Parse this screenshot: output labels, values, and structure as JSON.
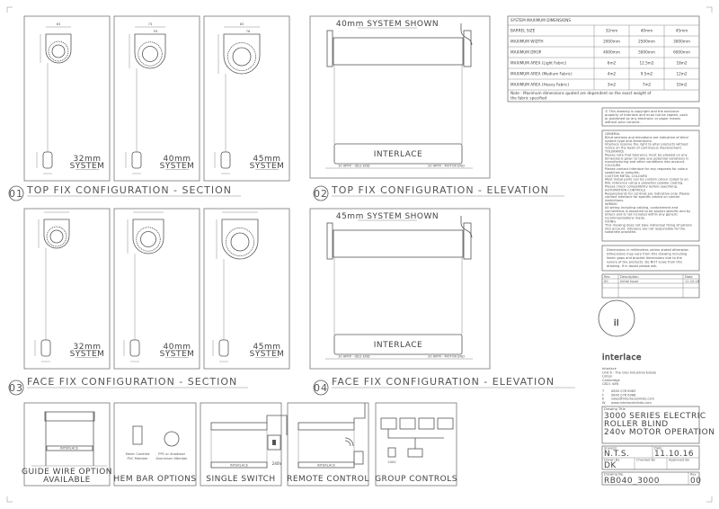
{
  "sections": {
    "s01": {
      "number": "01",
      "title": "TOP FIX CONFIGURATION - SECTION",
      "systems": [
        {
          "label1": "32mm",
          "label2": "SYSTEM",
          "dims": [
            "63"
          ]
        },
        {
          "label1": "40mm",
          "label2": "SYSTEM",
          "dims": [
            "73",
            "59"
          ]
        },
        {
          "label1": "45mm",
          "label2": "SYSTEM",
          "dims": [
            "83",
            "76"
          ]
        }
      ]
    },
    "s02": {
      "number": "02",
      "title": "TOP FIX CONFIGURATION - ELEVATION",
      "note": "40mm SYSTEM SHOWN",
      "brand": "INTERLACE",
      "dim_left": "10 APPX - IDLE END",
      "dim_right": "20 APPX - MOTOR END"
    },
    "s03": {
      "number": "03",
      "title": "FACE FIX CONFIGURATION - SECTION",
      "systems": [
        {
          "label1": "32mm",
          "label2": "SYSTEM"
        },
        {
          "label1": "40mm",
          "label2": "SYSTEM"
        },
        {
          "label1": "45mm",
          "label2": "SYSTEM"
        }
      ]
    },
    "s04": {
      "number": "04",
      "title": "FACE FIX CONFIGURATION - ELEVATION",
      "note": "45mm SYSTEM SHOWN",
      "brand": "INTERLACE",
      "dim_left": "10 APPX - IDLE END",
      "dim_right": "20 APPX - MOTOR END"
    }
  },
  "options": [
    {
      "title1": "GUIDE WIRE OPTION",
      "title2": "AVAILABLE",
      "brand": "INTERLACE"
    },
    {
      "title1": "HEM BAR OPTIONS",
      "note_a1": "Fabric Covered",
      "note_a2": "PVC Member",
      "note_b1": "PPC or Anodised",
      "note_b2": "Aluminium Member"
    },
    {
      "title1": "SINGLE SWITCH",
      "voltage": "240V",
      "brand": "INTERLACE"
    },
    {
      "title1": "REMOTE CONTROL",
      "brand": "INTERLACE"
    },
    {
      "title1": "GROUP CONTROLS",
      "voltage": "240V"
    }
  ],
  "dimensions_table": {
    "title": "SYSTEM MAXIMUM DIMENSIONS",
    "rows": [
      [
        "BARREL SIZE",
        "32mm",
        "40mm",
        "45mm"
      ],
      [
        "MAXIMUM WIDTH",
        "2000mm",
        "2500mm",
        "3000mm"
      ],
      [
        "MAXIMUM DROP",
        "4000mm",
        "5000mm",
        "6000mm"
      ],
      [
        "MAXIMUM AREA (Light Fabric)",
        "6m2",
        "12.5m2",
        "18m2"
      ],
      [
        "MAXIMUM AREA (Medium Fabric)",
        "4m2",
        "9.5m2",
        "12m2"
      ],
      [
        "MAXIMUM AREA (Heavy Fabric)",
        "3m2",
        "7m2",
        "10m2"
      ]
    ],
    "note1": "Note : Maximum dimensions quoted are dependent on the exact weight of",
    "note2": "the fabric specified"
  },
  "copyright": [
    "© This drawing is copyright and the exclusive",
    "property of Interlace and must not be copied, used",
    "or published by any electronic or paper means",
    "without prior consent."
  ],
  "notes": [
    "GENERAL",
    "Blind sections and elevations are indicative of blind",
    "system type and dimensions.",
    "Interlace reserve the right to alter products without",
    "notice on the basis of continuous improvement.",
    "TOLERANCE",
    "Please note that tolerance must be allowed on any",
    "dimensions given to take any potential variations in",
    "manufacturing and other conditions into account.",
    "COLOURS",
    "Please contact Interlace for any requests for colour",
    "swatches or samples.",
    "CUSTOM METAL COLOURS",
    "Most metal parts can be custom colour coded to an",
    "RAL reference using a polyester powder coating.",
    "Please check compatibility before specifying.",
    "AUTOMATION CONTROLS",
    "Requirements for controls are indicative only. Please",
    "contact Interlace for specific advice on control",
    "restrictions.",
    "WIRING",
    "All wiring including cabling, containment and",
    "connections is assumed to be project specific and by",
    "others and is not included within any generic",
    "recommendations made.",
    "FIXING",
    "This drawing does not take individual fixing situations",
    "into account. Interlace are not responsible for the",
    "substrate provided."
  ],
  "dimension_note": [
    "Dimensions in millimetres unless stated otherwise.",
    "Dimensions may vary from this drawing including",
    "fabric gaps and bracket dimensions due to the",
    "nature of the products. Do NOT scale from this",
    "drawing. If in doubt please ask."
  ],
  "revisions": {
    "headers": [
      "Rev",
      "Description",
      "Date"
    ],
    "rows": [
      [
        "00",
        "Initial Issue",
        "11.10.16"
      ]
    ]
  },
  "company": {
    "logo_text": "interlace",
    "logo_mark": "il",
    "address": [
      "Interlace",
      "Unit 6 - The Grip Industrial Estate",
      "Linton",
      "Cambridge",
      "CB21 4XN"
    ],
    "contacts": [
      [
        "T",
        "0800 078 6083"
      ],
      [
        "F",
        "0800 078 6088"
      ],
      [
        "E",
        "sales@interlaceblinds.com"
      ],
      [
        "W",
        "www.interlaceblinds.com"
      ]
    ]
  },
  "title_block": {
    "drawing_title_label": "Drawing Title",
    "drawing_title": [
      "3000 SERIES ELECTRIC",
      "ROLLER BLIND",
      "240v MOTOR OPERATION"
    ],
    "scale_label": "Scale(s)",
    "scale": "N.T.S.",
    "date_label": "Date",
    "date": "11.10.16",
    "drawn_by_label": "Drawn By",
    "drawn_by": "DK",
    "checked_by_label": "Checked By",
    "checked_by": "",
    "approved_by_label": "Approved By",
    "approved_by": "",
    "drawing_no_label": "Drawing No.",
    "drawing_no": "RB040_3000",
    "rev_label": "Rev",
    "rev": "00"
  }
}
